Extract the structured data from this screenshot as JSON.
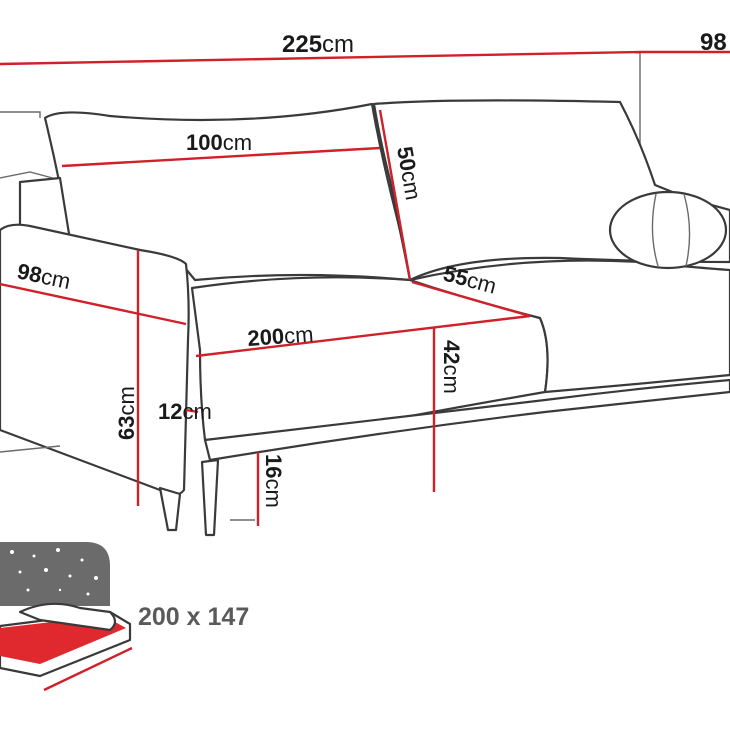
{
  "colors": {
    "measure_line": "#d0202a",
    "outline": "#3a3a3a",
    "text": "#1a1a1a",
    "bed_fill": "#e0282f",
    "night_panel": "#6b6b6b"
  },
  "dimensions": {
    "total_width": {
      "num": "225",
      "unit": "cm"
    },
    "total_depth_cut": {
      "num": "98",
      "unit": ""
    },
    "pillow_width": {
      "num": "100",
      "unit": "cm"
    },
    "pillow_height": {
      "num": "50",
      "unit": "cm"
    },
    "side_depth": {
      "num": "98",
      "unit": "cm"
    },
    "seat_depth": {
      "num": "55",
      "unit": "cm"
    },
    "seat_width": {
      "num": "200",
      "unit": "cm"
    },
    "seat_height": {
      "num": "42",
      "unit": "cm"
    },
    "total_height": {
      "num": "63",
      "unit": "cm"
    },
    "armrest_width": {
      "num": "12",
      "unit": "cm"
    },
    "leg_height": {
      "num": "16",
      "unit": "cm"
    }
  },
  "sleeping_area": {
    "label": "200 x 147"
  },
  "icons": [
    "sofa-drawing",
    "night-sky-icon",
    "bed-icon",
    "round-cushion-icon"
  ]
}
